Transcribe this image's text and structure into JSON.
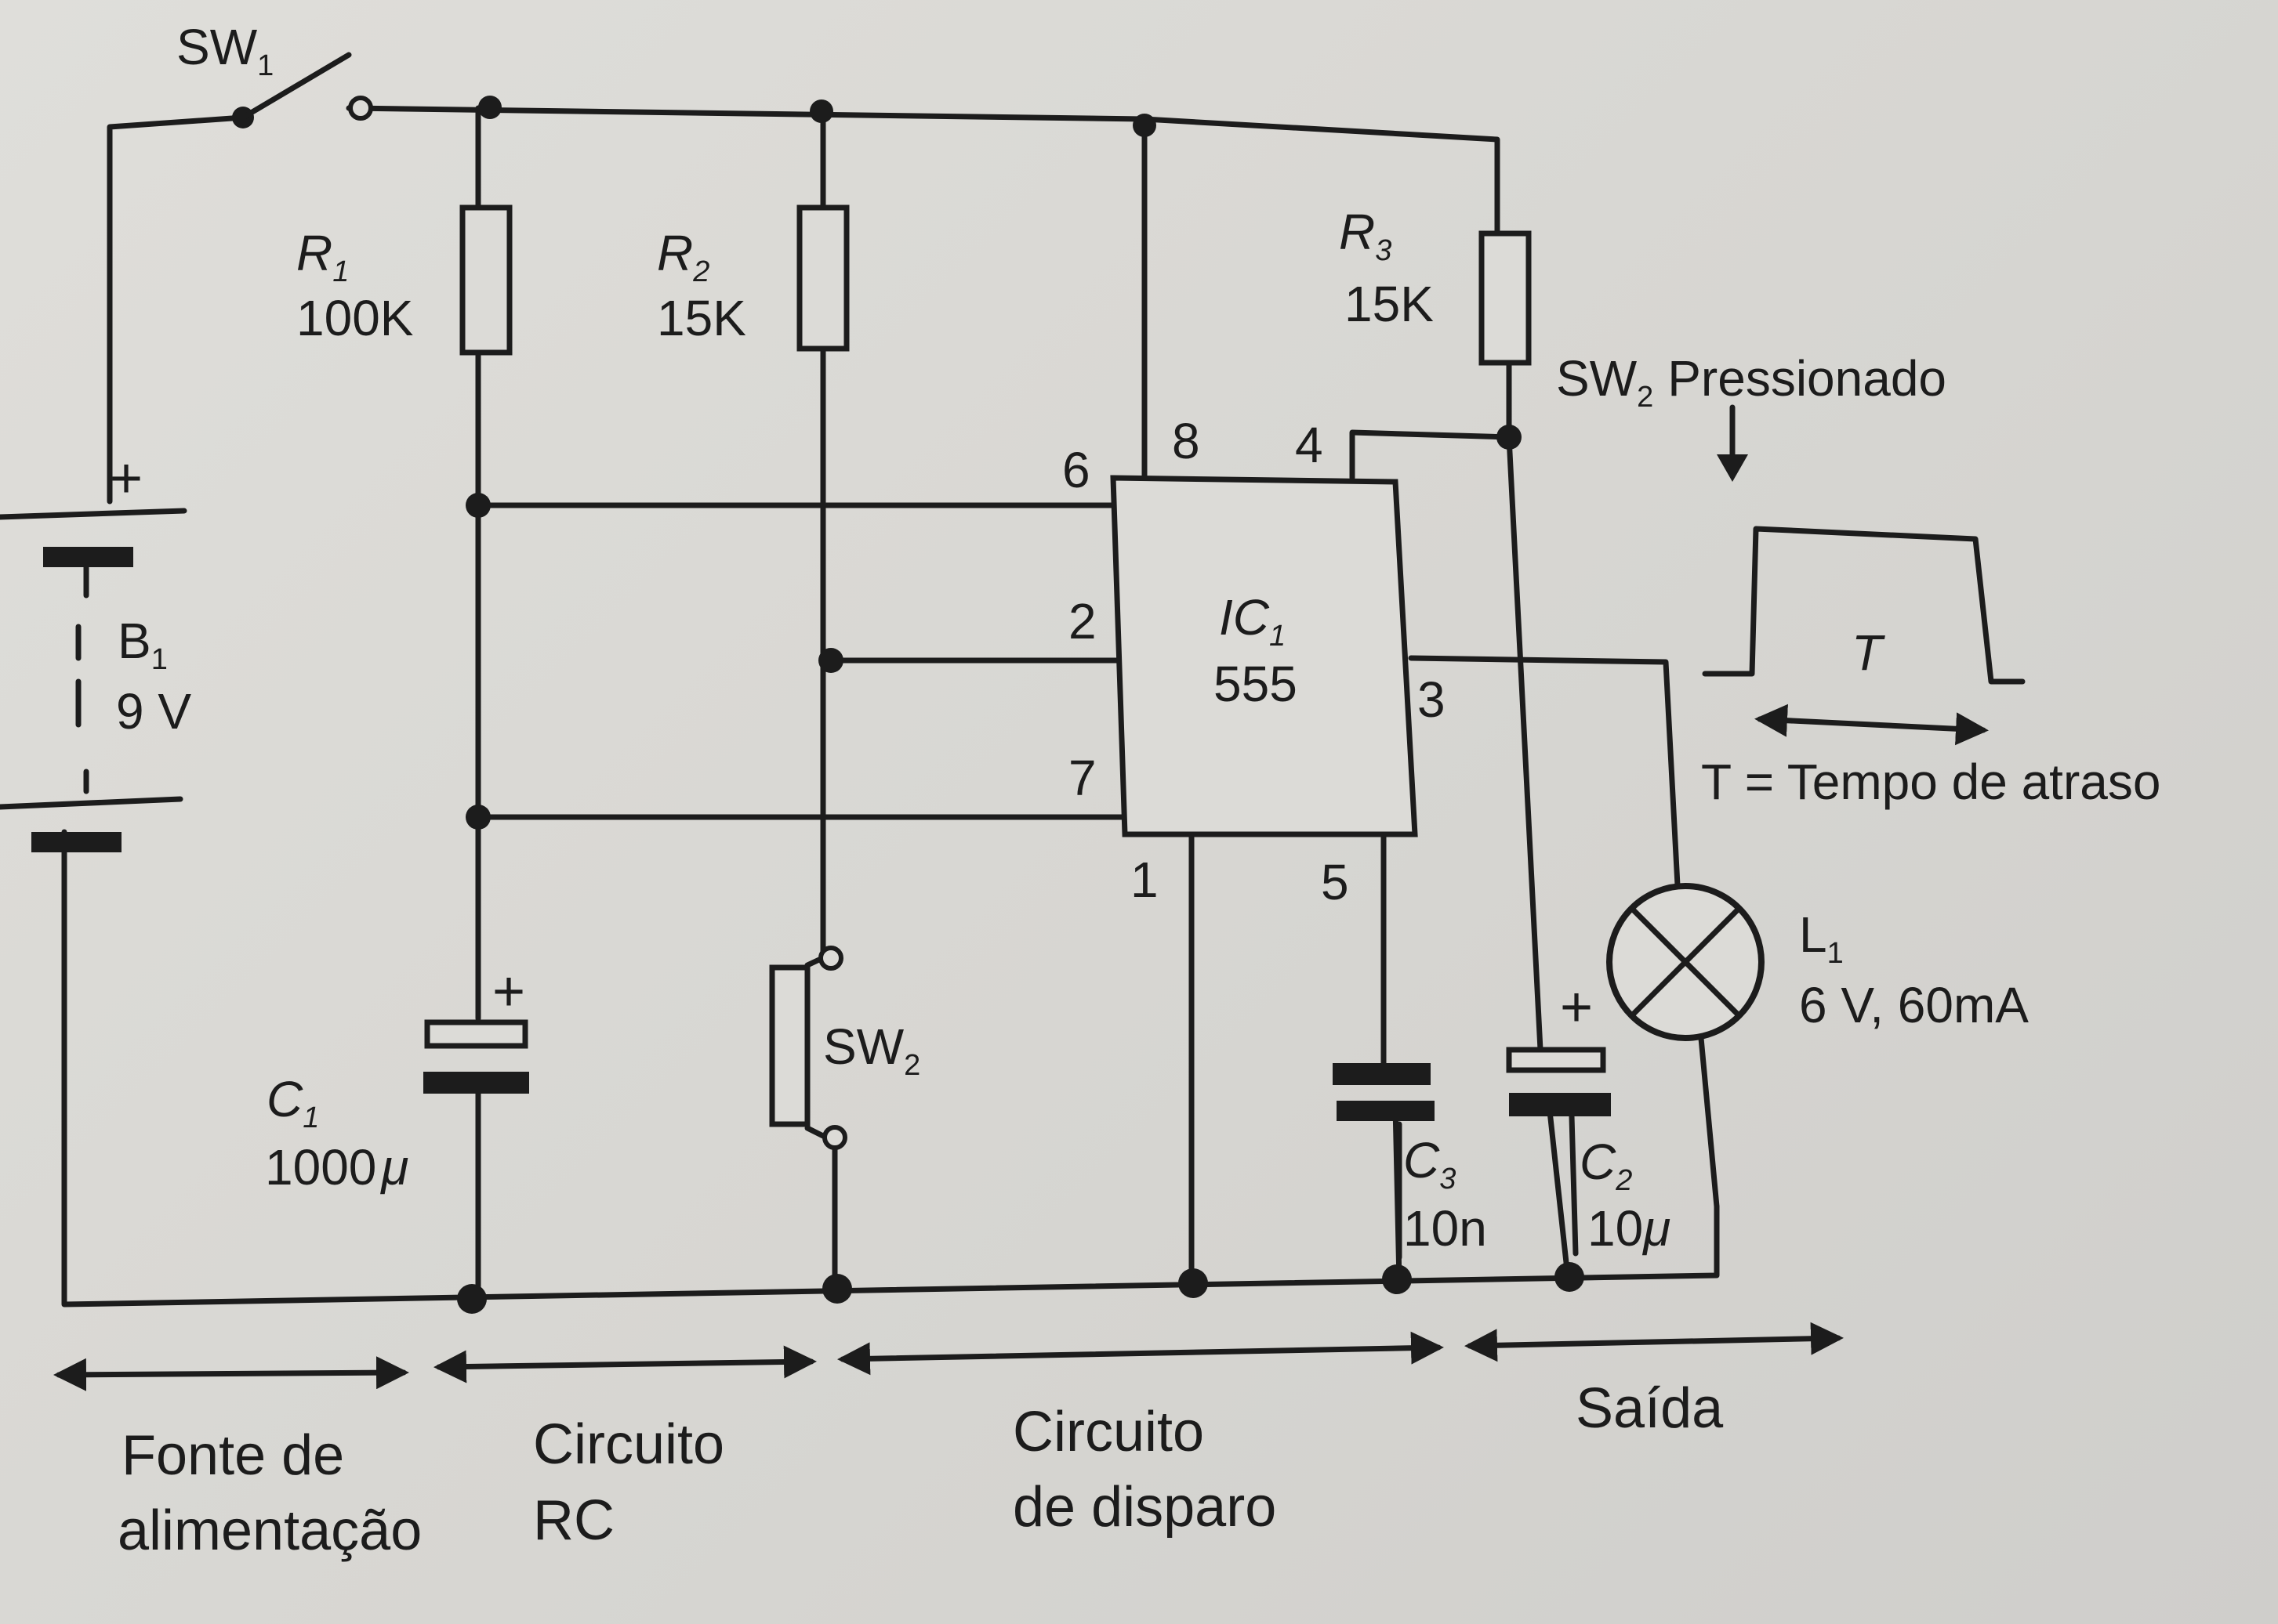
{
  "components": {
    "sw1": {
      "name": "SW",
      "sub": "1"
    },
    "r1": {
      "name": "R",
      "sub": "1",
      "value": "100K"
    },
    "r2": {
      "name": "R",
      "sub": "2",
      "value": "15K"
    },
    "r3": {
      "name": "R",
      "sub": "3",
      "value": "15K"
    },
    "b1": {
      "name": "B",
      "sub": "1",
      "value": "9 V"
    },
    "c1": {
      "name": "C",
      "sub": "1",
      "value_num": "1000",
      "value_unit": "μ"
    },
    "c2": {
      "name": "C",
      "sub": "2",
      "value_num": "10",
      "value_unit": "μ"
    },
    "c3": {
      "name": "C",
      "sub": "3",
      "value": "10n"
    },
    "sw2": {
      "name": "SW",
      "sub": "2"
    },
    "ic1": {
      "name": "IC",
      "sub": "1",
      "part": "555"
    },
    "l1": {
      "name": "L",
      "sub": "1",
      "value": "6 V, 60mA"
    }
  },
  "pins": {
    "p1": "1",
    "p2": "2",
    "p3": "3",
    "p4": "4",
    "p5": "5",
    "p6": "6",
    "p7": "7",
    "p8": "8"
  },
  "polarity": {
    "plus": "+"
  },
  "waveform": {
    "caption_name": "SW",
    "caption_sub": "2",
    "caption_text": "Pressionado",
    "pulse_label": "T",
    "legend": "T = Tempo de atraso"
  },
  "sections": {
    "power": {
      "line1": "Fonte de",
      "line2": "alimentação"
    },
    "rc": {
      "line1": "Circuito",
      "line2": "RC"
    },
    "trigger": {
      "line1": "Circuito",
      "line2": "de disparo"
    },
    "output": {
      "line1": "Saída"
    }
  }
}
